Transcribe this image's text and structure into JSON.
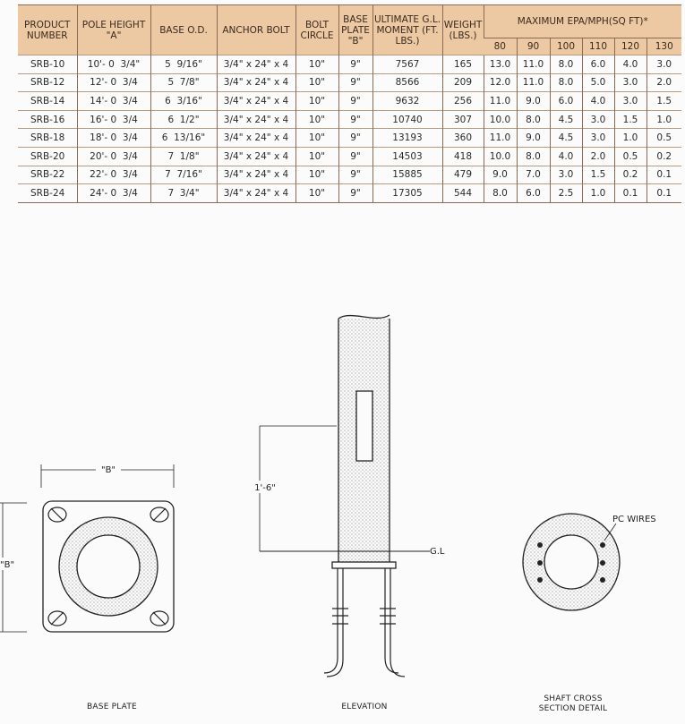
{
  "table": {
    "headers": {
      "product_number": "PRODUCT NUMBER",
      "pole_height": "POLE HEIGHT \"A\"",
      "base_od": "BASE O.D.",
      "anchor_bolt": "ANCHOR BOLT",
      "bolt_circle": "BOLT CIRCLE",
      "base_plate": "BASE PLATE \"B\"",
      "ultimate_moment": "ULTIMATE G.L. MOMENT (FT. LBS.)",
      "weight": "WEIGHT (LBS.)",
      "max_epa": "MAXIMUM EPA/MPH(SQ FT)*",
      "mph": [
        "80",
        "90",
        "100",
        "110",
        "120",
        "130"
      ]
    },
    "rows": [
      {
        "product": "SRB-10",
        "height": "10'- 0  3/4\"",
        "base_od": "5  9/16\"",
        "anchor": "3/4\" x 24\" x 4",
        "circle": "10\"",
        "plate": "9\"",
        "moment": "7567",
        "weight": "165",
        "epa": [
          "13.0",
          "11.0",
          "8.0",
          "6.0",
          "4.0",
          "3.0"
        ]
      },
      {
        "product": "SRB-12",
        "height": "12'- 0  3/4",
        "base_od": "5  7/8\"",
        "anchor": "3/4\" x 24\" x 4",
        "circle": "10\"",
        "plate": "9\"",
        "moment": "8566",
        "weight": "209",
        "epa": [
          "12.0",
          "11.0",
          "8.0",
          "5.0",
          "3.0",
          "2.0"
        ]
      },
      {
        "product": "SRB-14",
        "height": "14'- 0  3/4",
        "base_od": "6  3/16\"",
        "anchor": "3/4\" x 24\" x 4",
        "circle": "10\"",
        "plate": "9\"",
        "moment": "9632",
        "weight": "256",
        "epa": [
          "11.0",
          "9.0",
          "6.0",
          "4.0",
          "3.0",
          "1.5"
        ]
      },
      {
        "product": "SRB-16",
        "height": "16'- 0  3/4",
        "base_od": "6  1/2\"",
        "anchor": "3/4\" x 24\" x 4",
        "circle": "10\"",
        "plate": "9\"",
        "moment": "10740",
        "weight": "307",
        "epa": [
          "10.0",
          "8.0",
          "4.5",
          "3.0",
          "1.5",
          "1.0"
        ]
      },
      {
        "product": "SRB-18",
        "height": "18'- 0  3/4",
        "base_od": "6  13/16\"",
        "anchor": "3/4\" x 24\" x 4",
        "circle": "10\"",
        "plate": "9\"",
        "moment": "13193",
        "weight": "360",
        "epa": [
          "11.0",
          "9.0",
          "4.5",
          "3.0",
          "1.0",
          "0.5"
        ]
      },
      {
        "product": "SRB-20",
        "height": "20'- 0  3/4",
        "base_od": "7  1/8\"",
        "anchor": "3/4\" x 24\" x 4",
        "circle": "10\"",
        "plate": "9\"",
        "moment": "14503",
        "weight": "418",
        "epa": [
          "10.0",
          "8.0",
          "4.0",
          "2.0",
          "0.5",
          "0.2"
        ]
      },
      {
        "product": "SRB-22",
        "height": "22'- 0  3/4",
        "base_od": "7  7/16\"",
        "anchor": "3/4\" x 24\" x 4",
        "circle": "10\"",
        "plate": "9\"",
        "moment": "15885",
        "weight": "479",
        "epa": [
          "9.0",
          "7.0",
          "3.0",
          "1.5",
          "0.2",
          "0.1"
        ]
      },
      {
        "product": "SRB-24",
        "height": "24'- 0  3/4",
        "base_od": "7  3/4\"",
        "anchor": "3/4\" x 24\" x 4",
        "circle": "10\"",
        "plate": "9\"",
        "moment": "17305",
        "weight": "544",
        "epa": [
          "8.0",
          "6.0",
          "2.5",
          "1.0",
          "0.1",
          "0.1"
        ]
      }
    ]
  },
  "drawings": {
    "base_plate": {
      "caption": "BASE PLATE",
      "width_label": "\"B\"",
      "height_label": "\"B\""
    },
    "elevation": {
      "caption": "ELEVATION",
      "dimension_label": "1'-6\"",
      "ground_label": "G.L"
    },
    "shaft": {
      "caption_line1": "SHAFT CROSS",
      "caption_line2": "SECTION DETAIL",
      "wire_label": "PC WIRES"
    }
  },
  "colors": {
    "header_bg": "#ecc9a2",
    "line": "#8a6a55"
  }
}
